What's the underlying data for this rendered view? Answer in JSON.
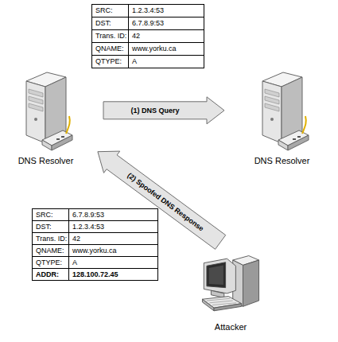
{
  "diagram": {
    "nodes": [
      {
        "text": [
          "DNS Resolver"
        ]
      },
      {
        "text": [
          "DNS Resolver"
        ]
      },
      {
        "text": [
          "Attacker"
        ]
      }
    ],
    "edges": [
      {
        "from": 0,
        "to": 1,
        "arrow": "to",
        "label": "(1) DNS Query"
      },
      {
        "from": 2,
        "to": 0,
        "arrow": "to",
        "label": "(2) Spoofed DNS Response"
      }
    ],
    "labels": [
      "SRC:",
      "1.2.3.4:53",
      "DST:",
      "6.7.8.9:53",
      "Trans. ID:",
      "42",
      "QNAME:",
      "www.yorku.ca",
      "QTYPE:",
      "A",
      "SRC:",
      "6.7.8.9:53",
      "DST:",
      "1.2.3.4:53",
      "Trans. ID:",
      "42",
      "QNAME:",
      "www.yorku.ca",
      "QTYPE:",
      "A",
      "ADDR:",
      "128.100.72.45"
    ]
  }
}
